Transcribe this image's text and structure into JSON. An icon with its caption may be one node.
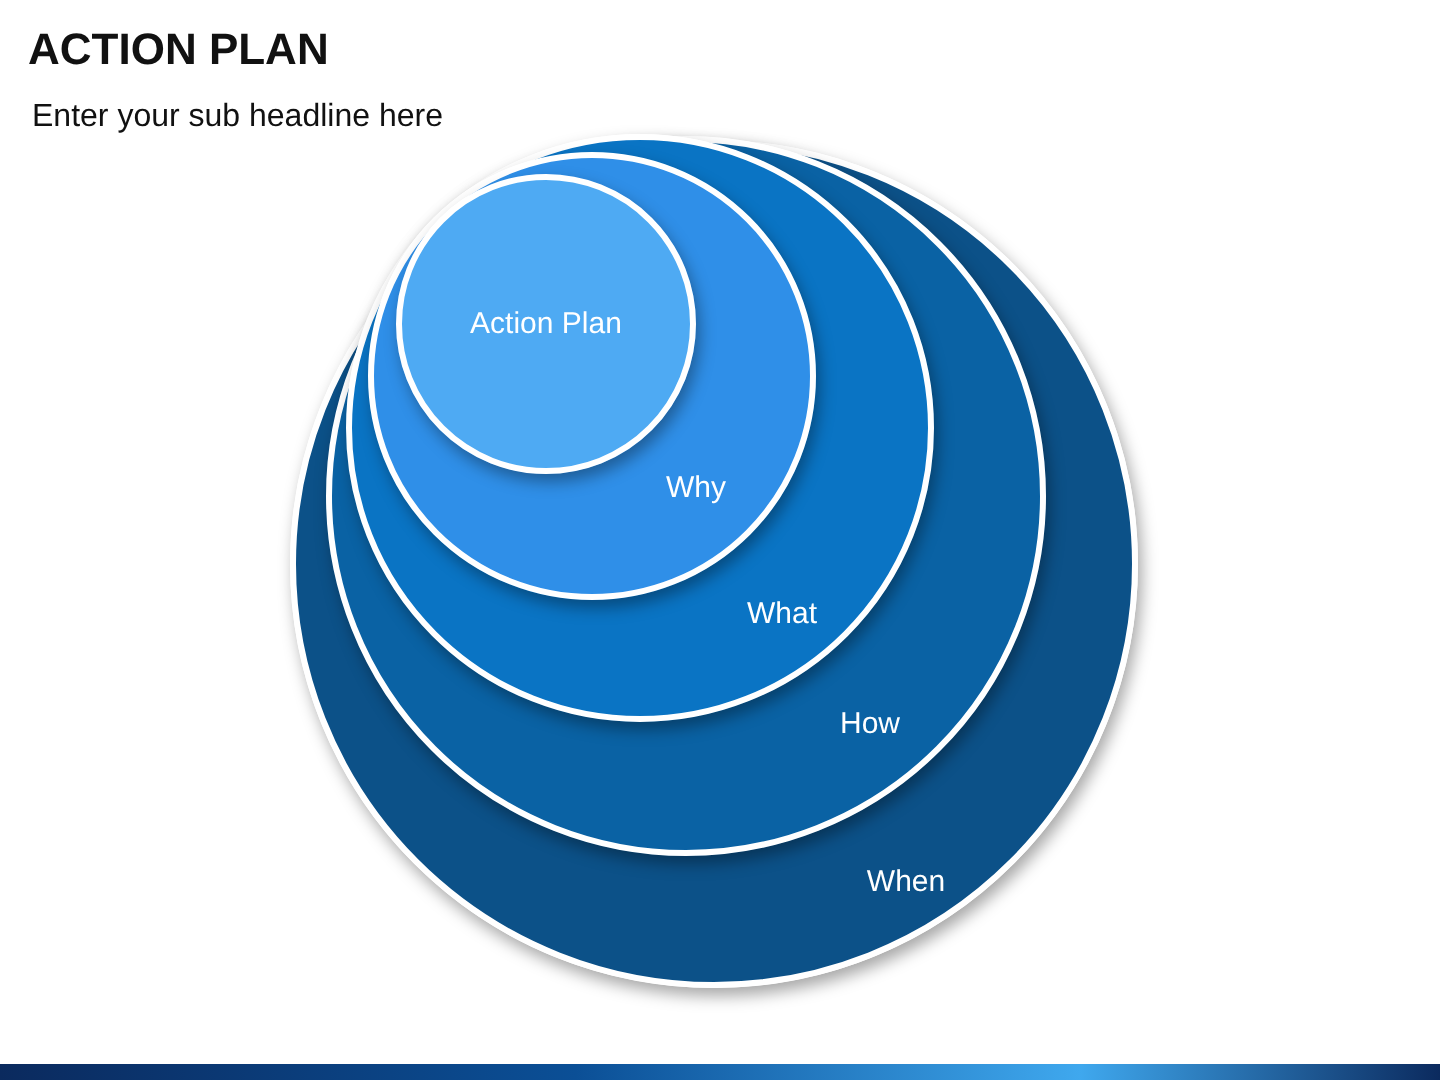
{
  "diagram": {
    "title": "ACTION PLAN",
    "nodes": [
      {
        "text": [
          "When"
        ]
      },
      {
        "text": [
          "How"
        ],
        "in": 0
      },
      {
        "text": [
          "What"
        ],
        "in": 1
      },
      {
        "text": [
          "Why"
        ],
        "in": 2
      },
      {
        "text": [
          "Action Plan"
        ],
        "in": 3
      }
    ],
    "edges": [],
    "labels": [
      "Enter your sub headline here"
    ]
  }
}
